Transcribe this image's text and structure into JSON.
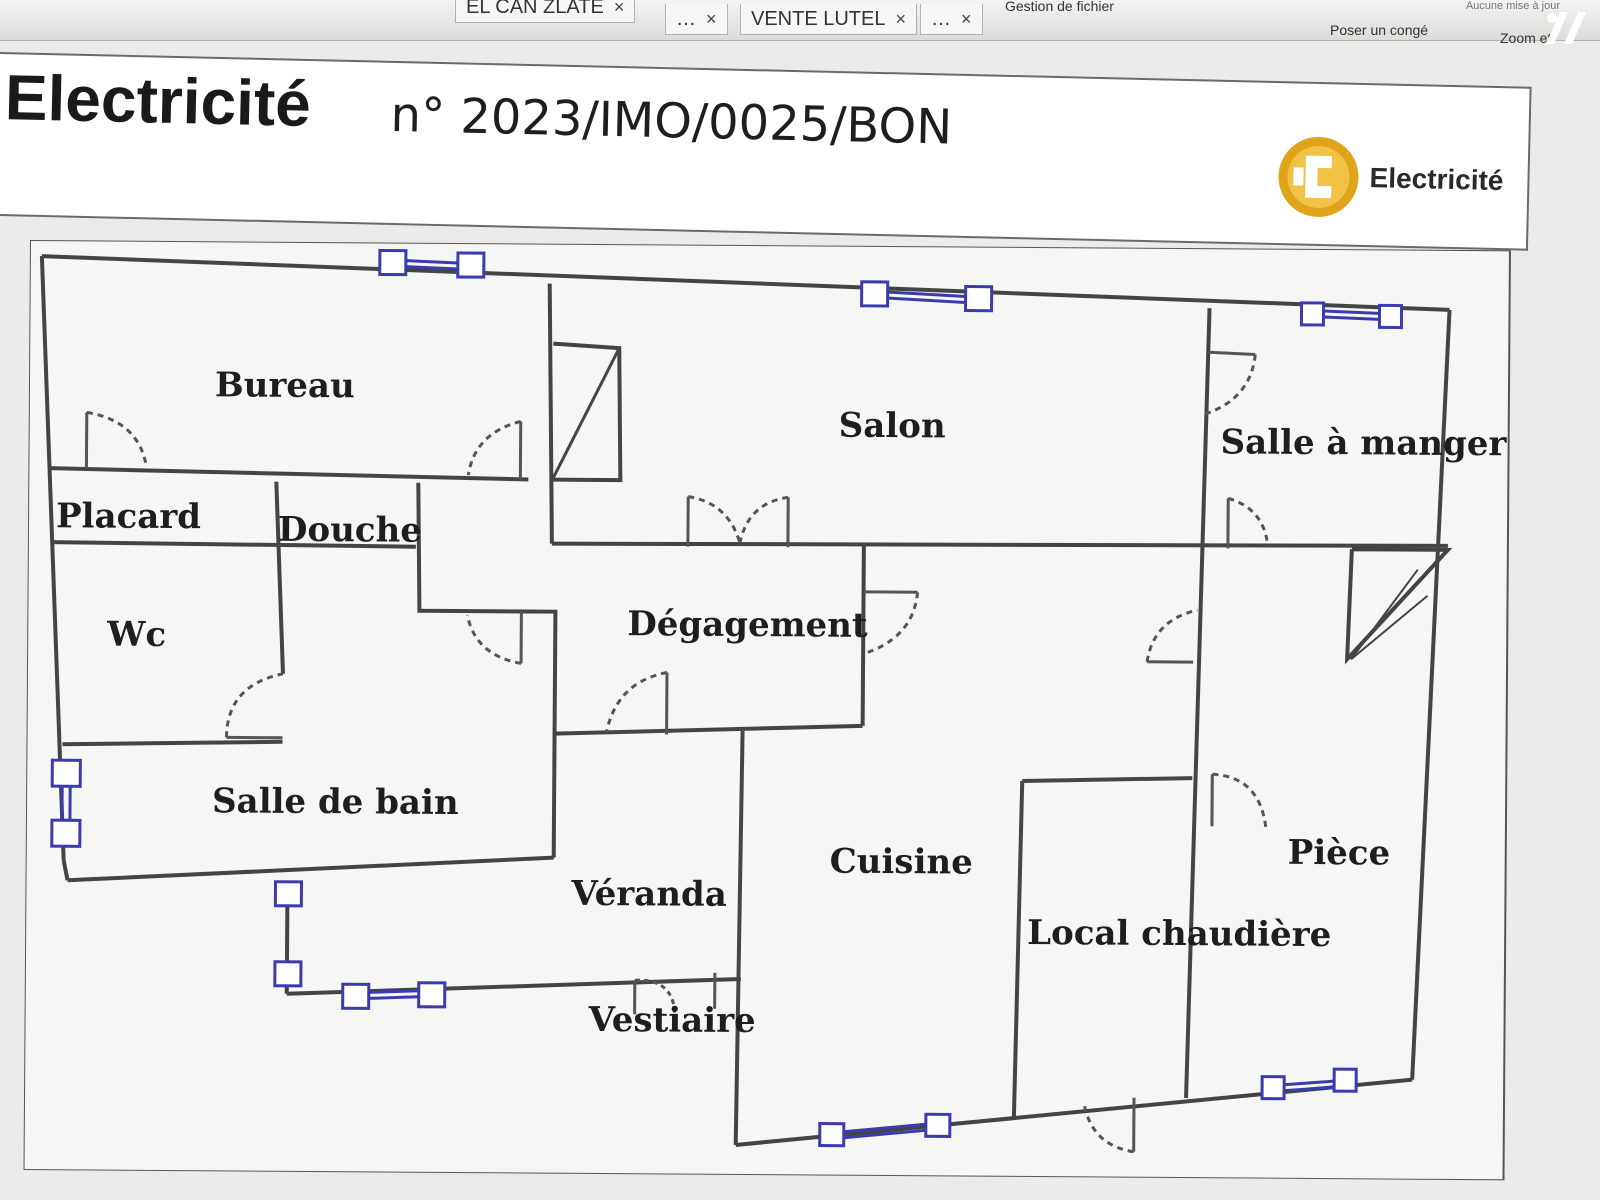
{
  "window": {
    "tabs": [
      {
        "label": "EL CAN ZLATE",
        "close": "×"
      },
      {
        "label": "…",
        "close": "×"
      },
      {
        "label": "VENTE LUTEL",
        "close": "×"
      },
      {
        "label": "…",
        "close": "×"
      }
    ],
    "toolbar": {
      "file_management": "Gestion de fichier",
      "leave_request": "Poser un congé",
      "zoom": "Zoom et",
      "status_note": "Aucune mise à jour"
    }
  },
  "header": {
    "title": "Electricité",
    "number": "n° 2023/IMO/0025/BON",
    "brand_label": "Electricité",
    "brand_color": "#e0a41a"
  },
  "plan": {
    "rooms": {
      "bureau": "Bureau",
      "salon": "Salon",
      "salle_a_manger": "Salle à manger",
      "placard": "Placard",
      "douche": "Douche",
      "wc": "Wc",
      "degagement": "Dégagement",
      "salle_de_bain": "Salle de bain",
      "veranda": "Véranda",
      "cuisine": "Cuisine",
      "piece": "Pièce",
      "local_chaudiere": "Local chaudière",
      "vestiaire": "Vestiaire"
    },
    "colors": {
      "wall": "#444444",
      "window": "#3b3bb0",
      "door": "#555555"
    }
  }
}
